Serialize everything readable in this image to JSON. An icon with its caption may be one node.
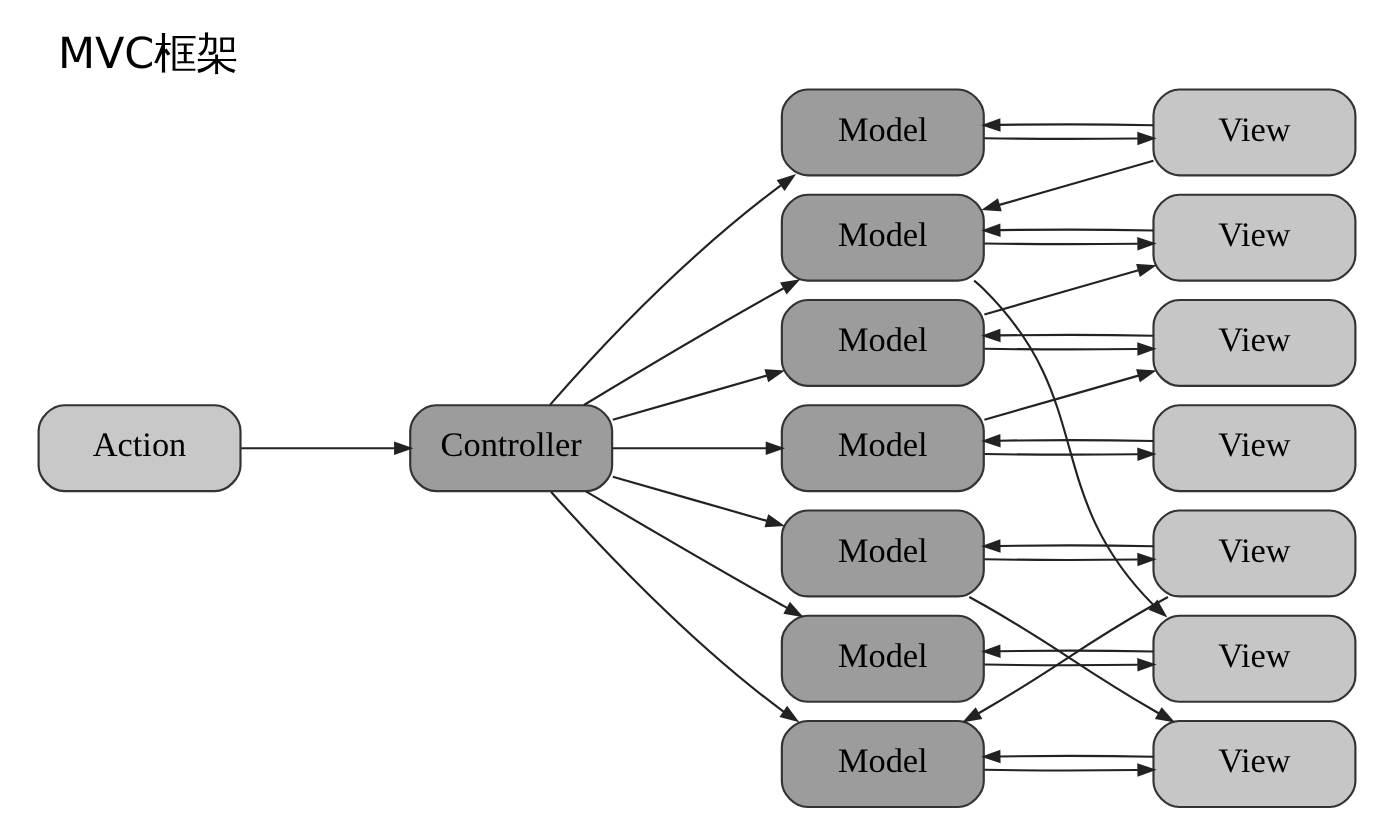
{
  "diagram": {
    "title": "MVC框架",
    "nodes": [
      {
        "text": [
          "Action"
        ]
      },
      {
        "text": [
          "Controller"
        ]
      },
      {
        "text": [
          "Model"
        ]
      },
      {
        "text": [
          "Model"
        ]
      },
      {
        "text": [
          "Model"
        ]
      },
      {
        "text": [
          "Model"
        ]
      },
      {
        "text": [
          "Model"
        ]
      },
      {
        "text": [
          "Model"
        ]
      },
      {
        "text": [
          "Model"
        ]
      },
      {
        "text": [
          "View"
        ]
      },
      {
        "text": [
          "View"
        ]
      },
      {
        "text": [
          "View"
        ]
      },
      {
        "text": [
          "View"
        ]
      },
      {
        "text": [
          "View"
        ]
      },
      {
        "text": [
          "View"
        ]
      },
      {
        "text": [
          "View"
        ]
      }
    ],
    "edges": [
      {
        "from": 0,
        "to": 1,
        "arrow": "to"
      },
      {
        "from": 1,
        "to": 2,
        "arrow": "to"
      },
      {
        "from": 1,
        "to": 3,
        "arrow": "to"
      },
      {
        "from": 1,
        "to": 4,
        "arrow": "to"
      },
      {
        "from": 1,
        "to": 5,
        "arrow": "to"
      },
      {
        "from": 1,
        "to": 6,
        "arrow": "to"
      },
      {
        "from": 1,
        "to": 7,
        "arrow": "to"
      },
      {
        "from": 1,
        "to": 8,
        "arrow": "to"
      },
      {
        "from": 9,
        "to": 2,
        "arrow": "to"
      },
      {
        "from": 2,
        "to": 9,
        "arrow": "to"
      },
      {
        "from": 9,
        "to": 3,
        "arrow": "to"
      },
      {
        "from": 10,
        "to": 3,
        "arrow": "to"
      },
      {
        "from": 3,
        "to": 10,
        "arrow": "to"
      },
      {
        "from": 3,
        "to": 14,
        "arrow": "to"
      },
      {
        "from": 4,
        "to": 10,
        "arrow": "to"
      },
      {
        "from": 11,
        "to": 4,
        "arrow": "to"
      },
      {
        "from": 4,
        "to": 11,
        "arrow": "to"
      },
      {
        "from": 5,
        "to": 11,
        "arrow": "to"
      },
      {
        "from": 5,
        "to": 12,
        "arrow": "to"
      },
      {
        "from": 12,
        "to": 5,
        "arrow": "to"
      },
      {
        "from": 6,
        "to": 13,
        "arrow": "to"
      },
      {
        "from": 13,
        "to": 6,
        "arrow": "to"
      },
      {
        "from": 6,
        "to": 15,
        "arrow": "to"
      },
      {
        "from": 7,
        "to": 14,
        "arrow": "to"
      },
      {
        "from": 14,
        "to": 7,
        "arrow": "to"
      },
      {
        "from": 13,
        "to": 8,
        "arrow": "to"
      },
      {
        "from": 8,
        "to": 15,
        "arrow": "to"
      },
      {
        "from": 15,
        "to": 8,
        "arrow": "to"
      }
    ]
  }
}
